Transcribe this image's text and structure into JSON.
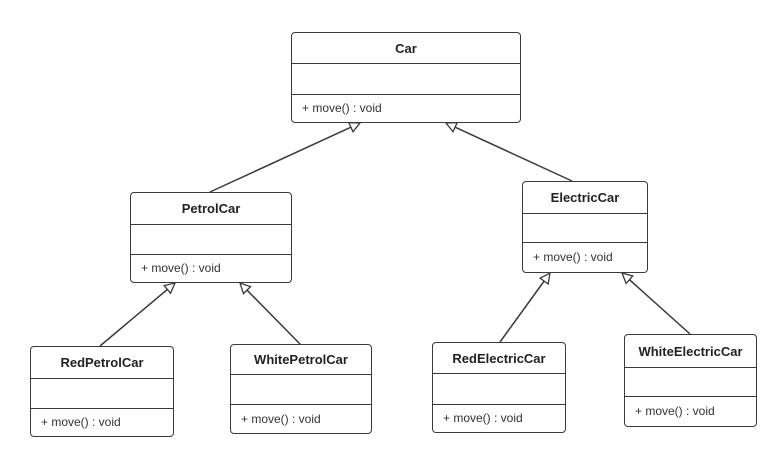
{
  "classes": {
    "car": {
      "name": "Car",
      "operation": "+ move() : void"
    },
    "petrol_car": {
      "name": "PetrolCar",
      "operation": "+ move() : void"
    },
    "electric_car": {
      "name": "ElectricCar",
      "operation": "+ move() : void"
    },
    "red_petrol_car": {
      "name": "RedPetrolCar",
      "operation": "+ move() : void"
    },
    "white_petrol_car": {
      "name": "WhitePetrolCar",
      "operation": "+ move() : void"
    },
    "red_electric_car": {
      "name": "RedElectricCar",
      "operation": "+ move() : void"
    },
    "white_electric_car": {
      "name": "WhiteElectricCar",
      "operation": "+ move() : void"
    }
  },
  "relations": [
    {
      "type": "generalization",
      "from": "petrol_car",
      "to": "car"
    },
    {
      "type": "generalization",
      "from": "electric_car",
      "to": "car"
    },
    {
      "type": "generalization",
      "from": "red_petrol_car",
      "to": "petrol_car"
    },
    {
      "type": "generalization",
      "from": "white_petrol_car",
      "to": "petrol_car"
    },
    {
      "type": "generalization",
      "from": "red_electric_car",
      "to": "electric_car"
    },
    {
      "type": "generalization",
      "from": "white_electric_car",
      "to": "electric_car"
    }
  ],
  "colors": {
    "line": "#3a3a3a",
    "background": "#ffffff"
  }
}
